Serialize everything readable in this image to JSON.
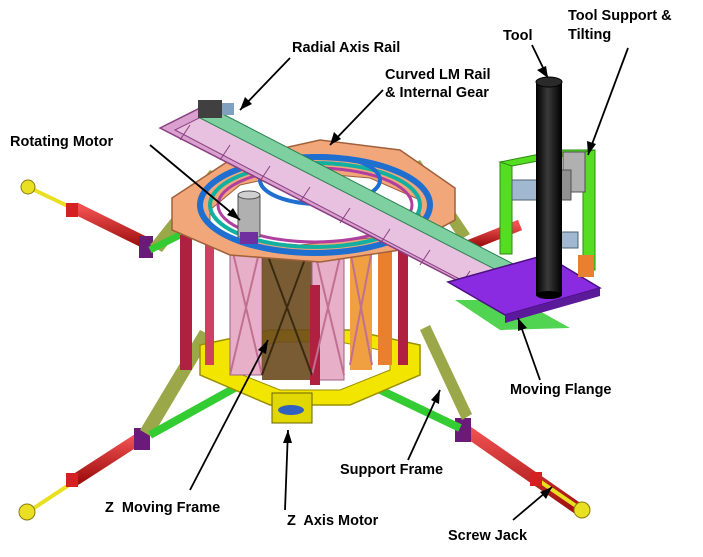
{
  "labels": {
    "radial_axis_rail": "Radial Axis Rail",
    "curved_lm_rail_line1": "Curved LM Rail",
    "curved_lm_rail_line2": "& Internal Gear",
    "tool": "Tool",
    "tool_support_line1": "Tool Support &",
    "tool_support_line2": "Tilting",
    "rotating_motor": "Rotating Motor",
    "moving_flange": "Moving Flange",
    "support_frame": "Support Frame",
    "z_moving_frame": "Z  Moving Frame",
    "z_axis_motor": "Z  Axis Motor",
    "screw_jack": "Screw Jack"
  },
  "colors": {
    "background": "#ffffff",
    "frame_green": "#33cc33",
    "frame_olive": "#9aa84a",
    "screw_red": "#d42020",
    "screw_jack_yellow": "#e8e020",
    "end_cap_purple": "#6a1b7a",
    "octagon_orange": "#f2a77a",
    "rail_pink": "#d9a0d0",
    "rail_magenta": "#b040a0",
    "curved_rail_blue": "#1e6fd0",
    "curved_rail_teal": "#12b0a0",
    "inner_frame_pink": "#e8b0c8",
    "inner_brown": "#6b4a1e",
    "column_red": "#b02040",
    "base_yellow": "#f2e600",
    "flange_purple": "#8a2be2",
    "tool_black": "#0a0a0a",
    "support_green": "#55dd22",
    "motor_gray": "#a0a0a0",
    "leader_line": "#000000"
  },
  "icons": {
    "diagram": "cnc-machine-3d-model"
  }
}
